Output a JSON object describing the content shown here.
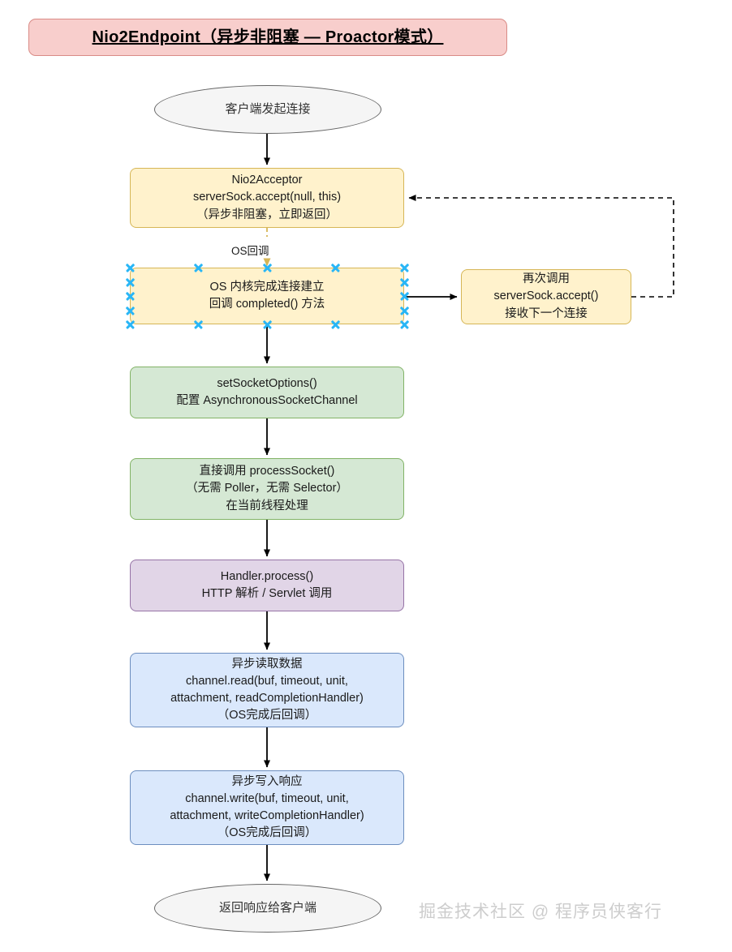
{
  "title": {
    "text": "Nio2Endpoint（异步非阻塞 — Proactor模式）"
  },
  "watermark": {
    "text": "掘金技术社区 @ 程序员侠客行"
  },
  "edge_labels": {
    "os_callback": "OS回调"
  },
  "nodes": {
    "start": {
      "shape": "ellipse",
      "lines": [
        "客户端发起连接"
      ]
    },
    "acceptor": {
      "shape": "rounded-rect",
      "color": "#fff2cc",
      "lines": [
        "Nio2Acceptor",
        "serverSock.accept(null, this)",
        "（异步非阻塞，立即返回）"
      ]
    },
    "os_kernel": {
      "shape": "rounded-rect",
      "color": "#fff2cc",
      "selected": true,
      "lines": [
        "OS 内核完成连接建立",
        "回调 completed() 方法"
      ]
    },
    "re_accept": {
      "shape": "rounded-rect",
      "color": "#fff2cc",
      "lines": [
        "再次调用",
        "serverSock.accept()",
        "接收下一个连接"
      ]
    },
    "set_socket_options": {
      "shape": "rounded-rect",
      "color": "#d5e8d4",
      "lines": [
        "setSocketOptions()",
        "配置 AsynchronousSocketChannel"
      ]
    },
    "process_socket": {
      "shape": "rounded-rect",
      "color": "#d5e8d4",
      "lines": [
        "直接调用 processSocket()",
        "（无需 Poller，无需 Selector）",
        "在当前线程处理"
      ]
    },
    "handler_process": {
      "shape": "rounded-rect",
      "color": "#e1d5e7",
      "lines": [
        "Handler.process()",
        "HTTP 解析 / Servlet 调用"
      ]
    },
    "async_read": {
      "shape": "rounded-rect",
      "color": "#dae8fc",
      "lines": [
        "异步读取数据",
        "channel.read(buf, timeout, unit,",
        "attachment, readCompletionHandler)",
        "（OS完成后回调）"
      ]
    },
    "async_write": {
      "shape": "rounded-rect",
      "color": "#dae8fc",
      "lines": [
        "异步写入响应",
        "channel.write(buf, timeout, unit,",
        "attachment, writeCompletionHandler)",
        "（OS完成后回调）"
      ]
    },
    "end": {
      "shape": "ellipse",
      "lines": [
        "返回响应给客户端"
      ]
    }
  },
  "colors": {
    "title_fill": "#f8cecc",
    "title_stroke": "#d98b86",
    "yellow_fill": "#fff2cc",
    "yellow_stroke": "#d6b656",
    "green_fill": "#d5e8d4",
    "green_stroke": "#82b366",
    "purple_fill": "#e1d5e7",
    "purple_stroke": "#9673a6",
    "blue_fill": "#dae8fc",
    "blue_stroke": "#6c8ebf",
    "ellipse_fill": "#f5f5f5",
    "ellipse_stroke": "#666666",
    "selection_handle": "#29b6f6",
    "arrow": "#000000",
    "dashed_callback_arrow": "#d6b656"
  },
  "selection_handles": {
    "count": 12,
    "shape": "x-mark"
  }
}
